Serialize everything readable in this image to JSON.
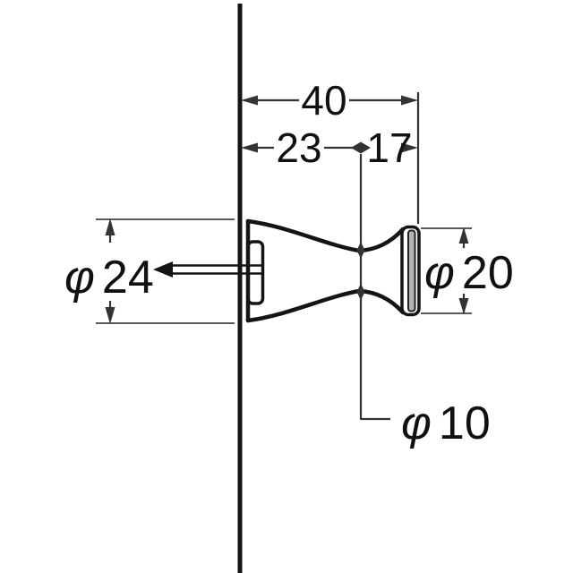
{
  "drawing": {
    "title": "knob-mounting-dimension-drawing",
    "view": "side profile of flared knob mounted on a panel with a pointed screw"
  },
  "theme": {
    "background": "#ffffff",
    "outline_color": "#141414",
    "dimension_color": "#333333",
    "extension_color": "#5a5a5a",
    "cap_shade": "#b4b4b4"
  },
  "labels": {
    "total_depth": "40",
    "base_depth": "23",
    "head_depth": "17",
    "base_diameter": {
      "symbol": "φ",
      "value": "24"
    },
    "head_diameter": {
      "symbol": "φ",
      "value": "20"
    },
    "neck_diameter": {
      "symbol": "φ",
      "value": "10"
    }
  }
}
